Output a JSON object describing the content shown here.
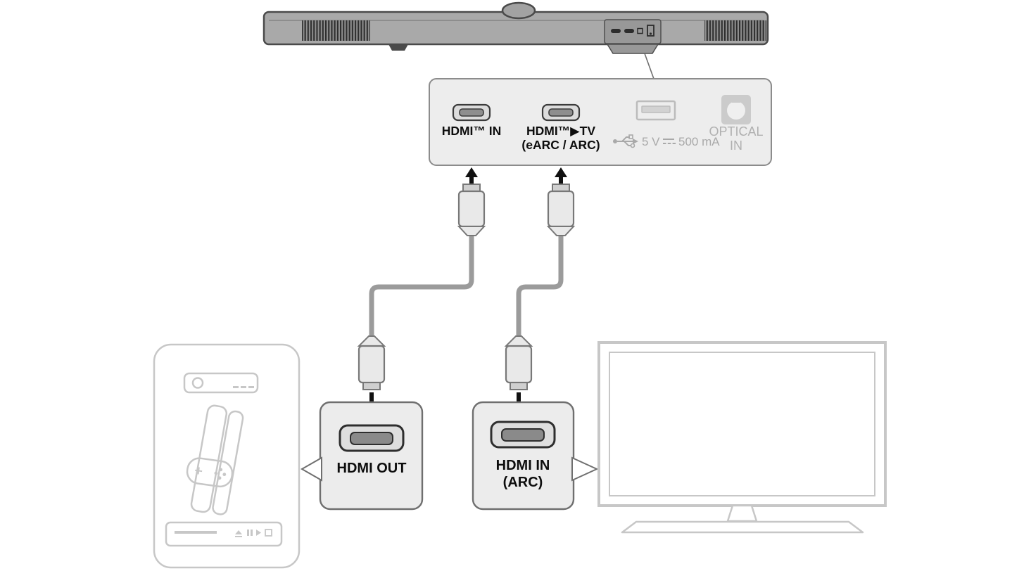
{
  "panel": {
    "hdmi_in_label": "HDMI™ IN",
    "hdmi_tv_label": "HDMI™▶TV",
    "hdmi_tv_sublabel": "(eARC / ARC)",
    "usb_voltage": "5 V",
    "usb_current": "500 mA",
    "optical_label": "OPTICAL",
    "optical_sublabel": "IN"
  },
  "callouts": {
    "hdmi_out_label": "HDMI OUT",
    "hdmi_in_label": "HDMI IN",
    "hdmi_in_sublabel": "(ARC)"
  },
  "colors": {
    "soundbar": "#a9a9a9",
    "panel_fill": "#ededed",
    "cable": "#9b9b9b",
    "callout_fill": "#ececec",
    "device_outline": "#c7c7c7",
    "muted_label": "#b0b0b0"
  }
}
